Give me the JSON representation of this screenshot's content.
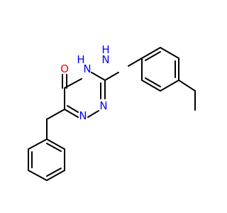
{
  "molecule": {
    "atoms": {
      "oxygen": "O",
      "nh_ring": "N",
      "nh_ring_h": "H",
      "nh_amine": "N",
      "nh_amine_h": "H",
      "n_ring_upper": "N",
      "n_ring_lower": "N"
    },
    "colors": {
      "bond": "#000000",
      "oxygen": "#FF0000",
      "nitrogen": "#0000FF",
      "background": "#FFFFFF"
    }
  }
}
